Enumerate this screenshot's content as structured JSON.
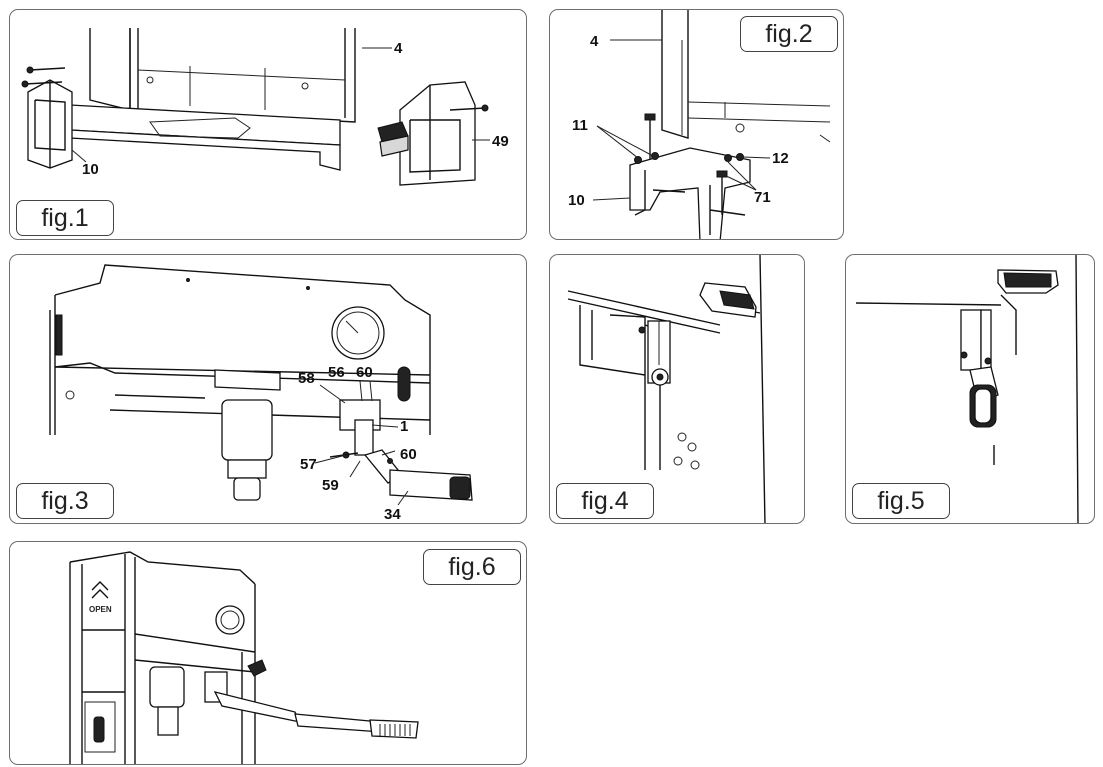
{
  "figures": [
    {
      "id": "fig1",
      "label": "fig.1",
      "callouts": [
        "4",
        "10",
        "49"
      ]
    },
    {
      "id": "fig2",
      "label": "fig.2",
      "callouts": [
        "4",
        "11",
        "12",
        "10",
        "71"
      ]
    },
    {
      "id": "fig3",
      "label": "fig.3",
      "callouts": [
        "58",
        "56",
        "60",
        "1",
        "57",
        "60",
        "59",
        "34"
      ]
    },
    {
      "id": "fig4",
      "label": "fig.4",
      "callouts": []
    },
    {
      "id": "fig5",
      "label": "fig.5",
      "callouts": []
    },
    {
      "id": "fig6",
      "label": "fig.6",
      "callouts": [],
      "press_text": "OPEN"
    }
  ]
}
